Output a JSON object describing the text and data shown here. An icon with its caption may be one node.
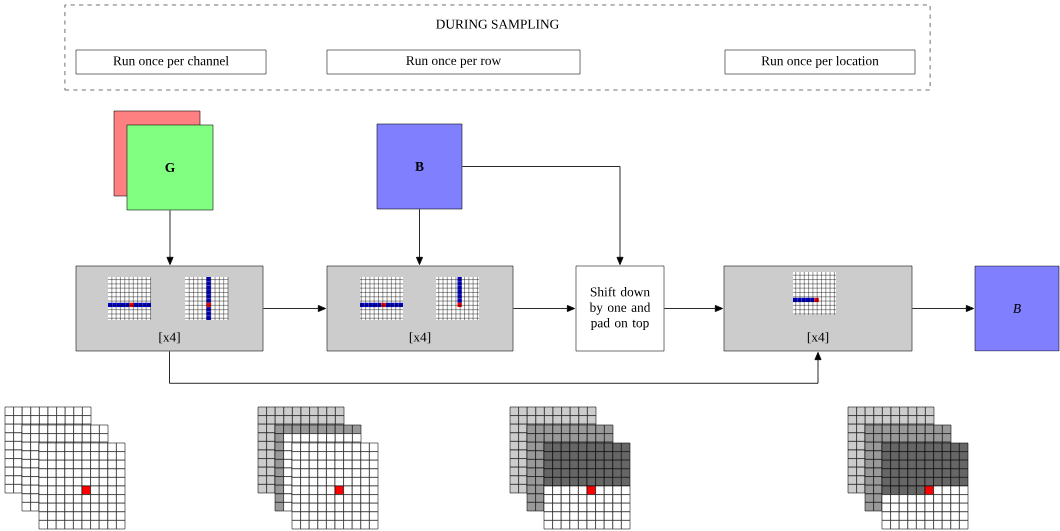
{
  "diagram": {
    "nodes": [
      {
        "text": [
          "DURING SAMPLING"
        ]
      },
      {
        "text": [
          "Run once per channel"
        ],
        "in": 0
      },
      {
        "text": [
          "Run once per row"
        ],
        "in": 0
      },
      {
        "text": [
          "Run once per location"
        ],
        "in": 0
      },
      {
        "text": [
          "G"
        ]
      },
      {
        "text": [
          "B"
        ]
      },
      {
        "text": [
          "[x4]"
        ]
      },
      {
        "text": [
          "[x4]"
        ]
      },
      {
        "text": [
          "Shift down by one and pad on top"
        ]
      },
      {
        "text": [
          "[x4]"
        ]
      },
      {
        "text": [
          "B"
        ]
      }
    ],
    "edges": [
      {
        "from": 4,
        "to": 6,
        "arrow": "to"
      },
      {
        "from": 5,
        "to": 7,
        "arrow": "to"
      },
      {
        "from": 5,
        "to": 8,
        "arrow": "to"
      },
      {
        "from": 6,
        "to": 7,
        "arrow": "to"
      },
      {
        "from": 7,
        "to": 8,
        "arrow": "to"
      },
      {
        "from": 8,
        "to": 9,
        "arrow": "to"
      },
      {
        "from": 9,
        "to": 10,
        "arrow": "to"
      },
      {
        "from": 6,
        "to": 9,
        "arrow": "to"
      }
    ]
  }
}
